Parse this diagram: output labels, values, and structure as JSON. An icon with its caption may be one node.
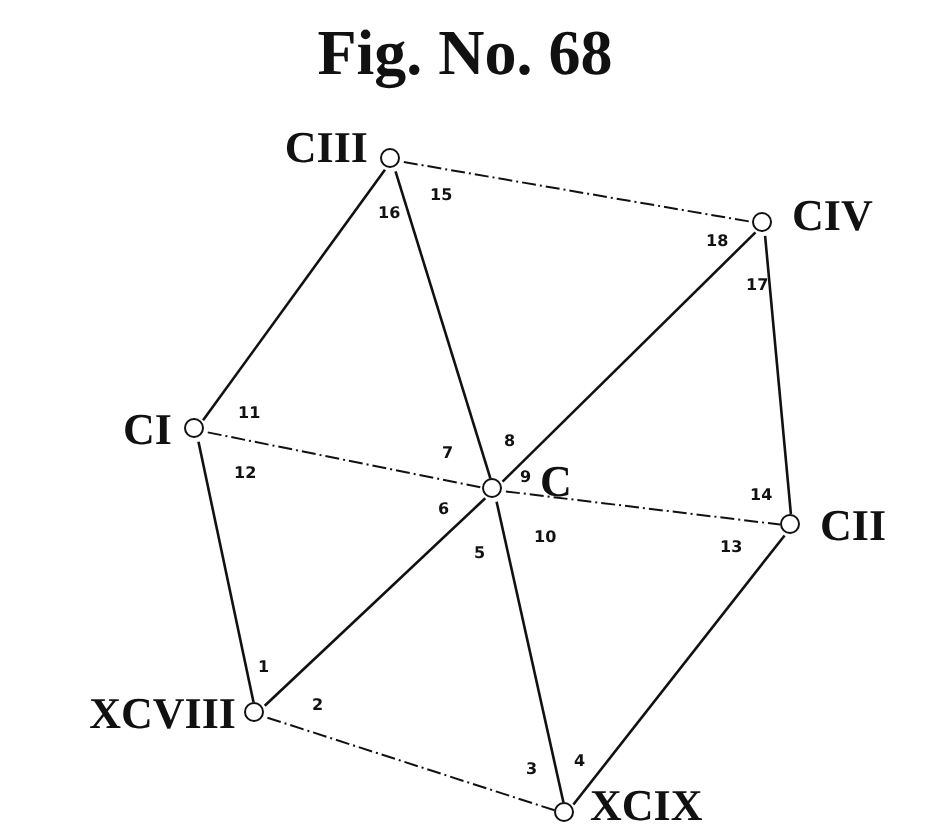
{
  "diagram": {
    "title": "Fig. No. 68",
    "nodes": [
      {
        "text": [],
        "shape": "circle",
        "beside": [
          "CIII"
        ]
      },
      {
        "text": [],
        "shape": "circle",
        "beside": [
          "CIV"
        ]
      },
      {
        "text": [],
        "shape": "circle",
        "beside": [
          "CI"
        ]
      },
      {
        "text": [],
        "shape": "circle",
        "beside": [
          "C"
        ]
      },
      {
        "text": [],
        "shape": "circle",
        "beside": [
          "CII"
        ]
      },
      {
        "text": [],
        "shape": "circle",
        "beside": [
          "XCVIII"
        ]
      },
      {
        "text": [],
        "shape": "circle",
        "beside": [
          "XCIX"
        ]
      }
    ],
    "edges": [
      {
        "from": 0,
        "to": 1,
        "arrow": "none",
        "style": "dashed"
      },
      {
        "from": 0,
        "to": 2,
        "arrow": "none"
      },
      {
        "from": 0,
        "to": 3,
        "arrow": "none"
      },
      {
        "from": 1,
        "to": 3,
        "arrow": "none"
      },
      {
        "from": 1,
        "to": 4,
        "arrow": "none"
      },
      {
        "from": 2,
        "to": 3,
        "arrow": "none",
        "style": "dashed"
      },
      {
        "from": 3,
        "to": 4,
        "arrow": "none",
        "style": "dashed"
      },
      {
        "from": 2,
        "to": 5,
        "arrow": "none"
      },
      {
        "from": 5,
        "to": 3,
        "arrow": "none"
      },
      {
        "from": 3,
        "to": 6,
        "arrow": "none"
      },
      {
        "from": 5,
        "to": 6,
        "arrow": "none",
        "style": "dashed"
      },
      {
        "from": 6,
        "to": 4,
        "arrow": "none"
      }
    ],
    "labels": [
      "1",
      "2",
      "3",
      "4",
      "5",
      "6",
      "7",
      "8",
      "9",
      "10",
      "11",
      "12",
      "13",
      "14",
      "15",
      "16",
      "17",
      "18"
    ]
  }
}
